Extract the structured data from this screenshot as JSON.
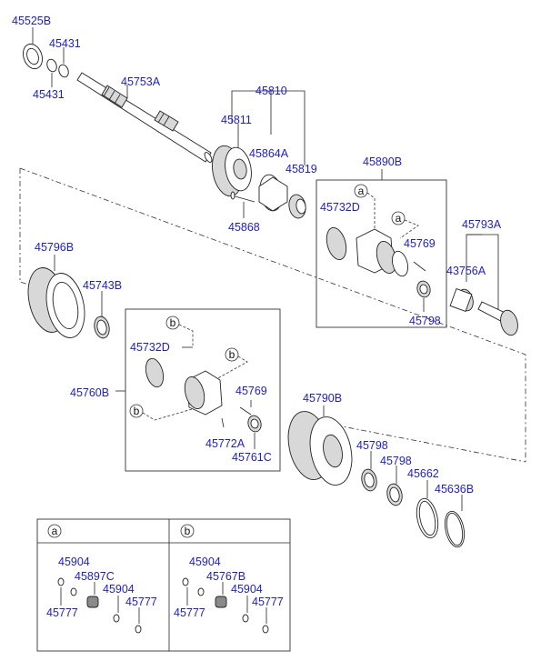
{
  "callouts": {
    "p45525B": "45525B",
    "p45431_top": "45431",
    "p45431_bot": "45431",
    "p45753A": "45753A",
    "p45810": "45810",
    "p45811": "45811",
    "p45864A": "45864A",
    "p45819": "45819",
    "p45868": "45868",
    "p45890B": "45890B",
    "p45732D_r": "45732D",
    "p45769_r": "45769",
    "p45798_r": "45798",
    "p45793A": "45793A",
    "p43756A": "43756A",
    "p45796B": "45796B",
    "p45743B": "45743B",
    "p45732D_l": "45732D",
    "p45760B": "45760B",
    "p45769_l": "45769",
    "p45772A": "45772A",
    "p45761C": "45761C",
    "p45790B": "45790B",
    "p45798_a": "45798",
    "p45798_b": "45798",
    "p45662": "45662",
    "p45636B": "45636B"
  },
  "markers": {
    "a": "a",
    "b": "b"
  },
  "legend": {
    "a": {
      "header": "a",
      "p45904_1": "45904",
      "p45897C": "45897C",
      "p45904_2": "45904",
      "p45777_1": "45777",
      "p45777_2": "45777"
    },
    "b": {
      "header": "b",
      "p45904_1": "45904",
      "p45767B": "45767B",
      "p45904_2": "45904",
      "p45777_1": "45777",
      "p45777_2": "45777"
    }
  }
}
